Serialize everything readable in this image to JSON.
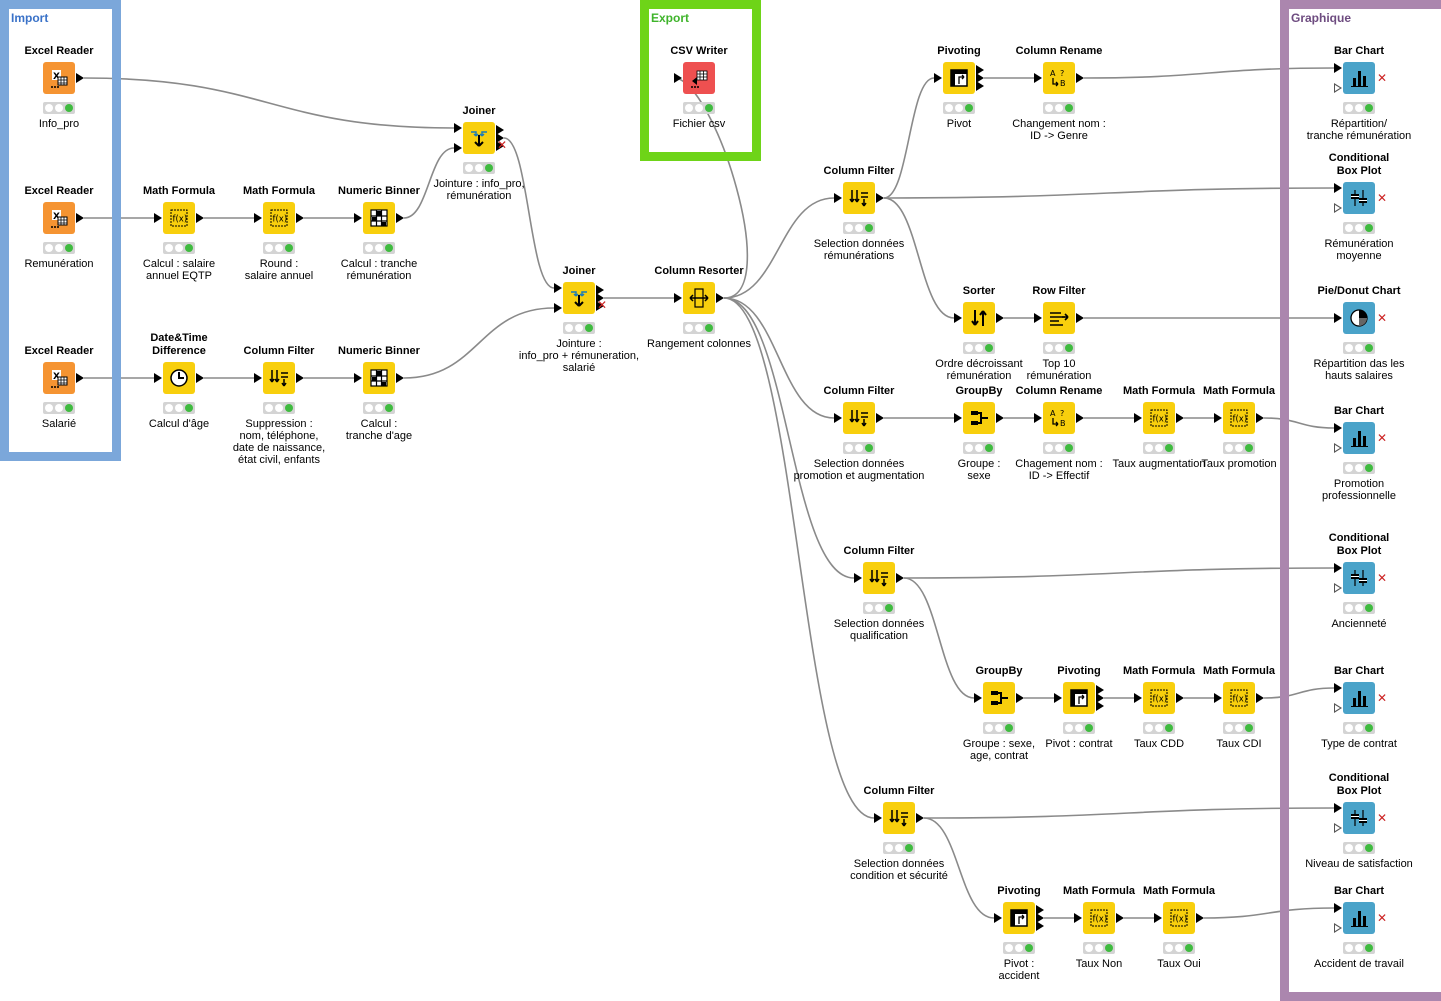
{
  "annotations": {
    "import": {
      "title": "Import",
      "color": "#3a72c8",
      "border": "#7ba7da"
    },
    "export": {
      "title": "Export",
      "color": "#3fb42b",
      "border": "#6ed418"
    },
    "graphique": {
      "title": "Graphique",
      "color": "#6e4c80",
      "border": "#ab86ae"
    }
  },
  "nodes": [
    {
      "id": "n1",
      "kind": "excel-reader",
      "title": "Excel Reader",
      "label": "Info_pro"
    },
    {
      "id": "n2",
      "kind": "excel-reader",
      "title": "Excel Reader",
      "label": "Remunération"
    },
    {
      "id": "n3",
      "kind": "excel-reader",
      "title": "Excel Reader",
      "label": "Salarié"
    },
    {
      "id": "n4",
      "kind": "math-formula",
      "title": "Math Formula",
      "label": "Calcul : salaire\nannuel EQTP"
    },
    {
      "id": "n5",
      "kind": "math-formula",
      "title": "Math Formula",
      "label": "Round :\nsalaire annuel"
    },
    {
      "id": "n6",
      "kind": "numeric-binner",
      "title": "Numeric Binner",
      "label": "Calcul : tranche\nrémunération"
    },
    {
      "id": "n7",
      "kind": "date-time-difference",
      "title": "Date&Time\nDifference",
      "label": "Calcul d'âge"
    },
    {
      "id": "n8",
      "kind": "column-filter",
      "title": "Column Filter",
      "label": "Suppression :\nnom, téléphone,\ndate de naissance,\nétat civil, enfants"
    },
    {
      "id": "n9",
      "kind": "numeric-binner",
      "title": "Numeric Binner",
      "label": "Calcul :\ntranche d'age"
    },
    {
      "id": "n10",
      "kind": "joiner",
      "title": "Joiner",
      "label": "Jointure : info_pro,\nrémunération"
    },
    {
      "id": "n11",
      "kind": "joiner",
      "title": "Joiner",
      "label": "Jointure :\ninfo_pro + rémuneration,\nsalarié"
    },
    {
      "id": "n12",
      "kind": "column-resorter",
      "title": "Column Resorter",
      "label": "Rangement colonnes"
    },
    {
      "id": "n13",
      "kind": "csv-writer",
      "title": "CSV Writer",
      "label": "Fichier csv"
    },
    {
      "id": "n14",
      "kind": "column-filter",
      "title": "Column Filter",
      "label": "Selection données\nrémunérations"
    },
    {
      "id": "n15",
      "kind": "pivoting",
      "title": "Pivoting",
      "label": "Pivot"
    },
    {
      "id": "n16",
      "kind": "column-rename",
      "title": "Column Rename",
      "label": "Changement nom :\nID -> Genre"
    },
    {
      "id": "n17",
      "kind": "sorter",
      "title": "Sorter",
      "label": "Ordre décroissant\nrémunération"
    },
    {
      "id": "n18",
      "kind": "row-filter",
      "title": "Row Filter",
      "label": "Top 10\nrémunération"
    },
    {
      "id": "n19",
      "kind": "column-filter",
      "title": "Column Filter",
      "label": "Selection données\npromotion et augmentation"
    },
    {
      "id": "n20",
      "kind": "groupby",
      "title": "GroupBy",
      "label": "Groupe :\nsexe"
    },
    {
      "id": "n21",
      "kind": "column-rename",
      "title": "Column Rename",
      "label": "Chagement nom :\nID -> Effectif"
    },
    {
      "id": "n22",
      "kind": "math-formula",
      "title": "Math Formula",
      "label": "Taux augmentation"
    },
    {
      "id": "n23",
      "kind": "math-formula",
      "title": "Math Formula",
      "label": "Taux promotion"
    },
    {
      "id": "n24",
      "kind": "column-filter",
      "title": "Column Filter",
      "label": "Selection données\nqualification"
    },
    {
      "id": "n25",
      "kind": "groupby",
      "title": "GroupBy",
      "label": "Groupe : sexe,\nage, contrat"
    },
    {
      "id": "n26",
      "kind": "pivoting",
      "title": "Pivoting",
      "label": "Pivot : contrat"
    },
    {
      "id": "n27",
      "kind": "math-formula",
      "title": "Math Formula",
      "label": "Taux CDD"
    },
    {
      "id": "n28",
      "kind": "math-formula",
      "title": "Math Formula",
      "label": "Taux CDI"
    },
    {
      "id": "n29",
      "kind": "column-filter",
      "title": "Column Filter",
      "label": "Selection données\ncondition et sécurité"
    },
    {
      "id": "n30",
      "kind": "pivoting",
      "title": "Pivoting",
      "label": "Pivot :\naccident"
    },
    {
      "id": "n31",
      "kind": "math-formula",
      "title": "Math Formula",
      "label": "Taux Non"
    },
    {
      "id": "n32",
      "kind": "math-formula",
      "title": "Math Formula",
      "label": "Taux Oui"
    },
    {
      "id": "n33",
      "kind": "bar-chart",
      "title": "Bar Chart",
      "label": "Répartition/\ntranche rémunération"
    },
    {
      "id": "n34",
      "kind": "conditional-box-plot",
      "title": "Conditional\nBox Plot",
      "label": "Rémunération\nmoyenne"
    },
    {
      "id": "n35",
      "kind": "pie-donut-chart",
      "title": "Pie/Donut Chart",
      "label": "Répartition das les\nhauts salaires"
    },
    {
      "id": "n36",
      "kind": "bar-chart",
      "title": "Bar Chart",
      "label": "Promotion\nprofessionnelle"
    },
    {
      "id": "n37",
      "kind": "conditional-box-plot",
      "title": "Conditional\nBox Plot",
      "label": "Ancienneté"
    },
    {
      "id": "n38",
      "kind": "bar-chart",
      "title": "Bar Chart",
      "label": "Type de contrat"
    },
    {
      "id": "n39",
      "kind": "conditional-box-plot",
      "title": "Conditional\nBox Plot",
      "label": "Niveau de satisfaction"
    },
    {
      "id": "n40",
      "kind": "bar-chart",
      "title": "Bar Chart",
      "label": "Accident de travail"
    }
  ]
}
